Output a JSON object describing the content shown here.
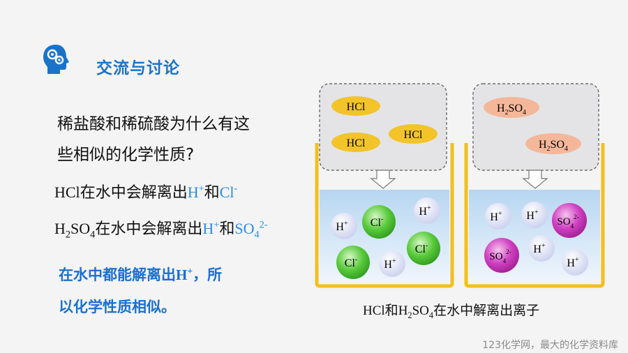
{
  "header": {
    "title": "交流与讨论",
    "icon": "head-gears-icon",
    "accent": "#1a73c9"
  },
  "question": {
    "line1": "稀盐酸和稀硫酸为什么有这",
    "line2": "些相似的化学性质?"
  },
  "equations": {
    "hcl": {
      "formula": "HCl",
      "text": "在水中会解离出",
      "ion1": "H",
      "ion1_charge": "+",
      "and": "和",
      "ion2": "Cl",
      "ion2_charge": "-"
    },
    "h2so4": {
      "h": "H",
      "h_sub": "2",
      "so": "SO",
      "so_sub": "4",
      "text": "在水中会解离出",
      "ion1": "H",
      "ion1_charge": "+",
      "and": "和",
      "ion2": "SO",
      "ion2_sub": "4",
      "ion2_charge": "2-"
    }
  },
  "conclusion": {
    "line1_a": "在水中都能解离出",
    "ion": "H",
    "charge": "+",
    "line1_b": "，所",
    "line2": "以化学性质相似。"
  },
  "diagram": {
    "left_molecules": [
      "HCl",
      "HCl",
      "HCl"
    ],
    "right_molecule": {
      "h": "H",
      "h_sub": "2",
      "so": "SO",
      "so_sub": "4"
    },
    "left_ions": [
      {
        "label": "H",
        "charge": "+"
      },
      {
        "label": "Cl",
        "charge": "-"
      },
      {
        "label": "H",
        "charge": "+"
      },
      {
        "label": "Cl",
        "charge": "-"
      },
      {
        "label": "Cl",
        "charge": "-"
      },
      {
        "label": "H",
        "charge": "+"
      }
    ],
    "right_ions": [
      {
        "label": "H",
        "charge": "+"
      },
      {
        "label": "H",
        "charge": "+"
      },
      {
        "label": "SO",
        "sub": "4",
        "charge": "2-"
      },
      {
        "label": "SO",
        "sub": "4",
        "charge": "2-"
      },
      {
        "label": "H",
        "charge": "+"
      },
      {
        "label": "H",
        "charge": "+"
      }
    ],
    "caption": {
      "a": "HCl和",
      "h": "H",
      "h_sub": "2",
      "so": "SO",
      "so_sub": "4",
      "b": "在水中解离出离子"
    },
    "colors": {
      "beaker": "#f2c01e",
      "water_top": "#bcd9f2",
      "water_bottom": "#e8f2fb",
      "hcl_molecule": "#f2c42a",
      "h2so4_molecule": "#f5b79a",
      "h_ion": "#dde1f5",
      "cl_ion": "#55c63a",
      "so4_ion": "#c733b8"
    }
  },
  "footer": {
    "text": "123化学网，最大的化学资料库"
  }
}
